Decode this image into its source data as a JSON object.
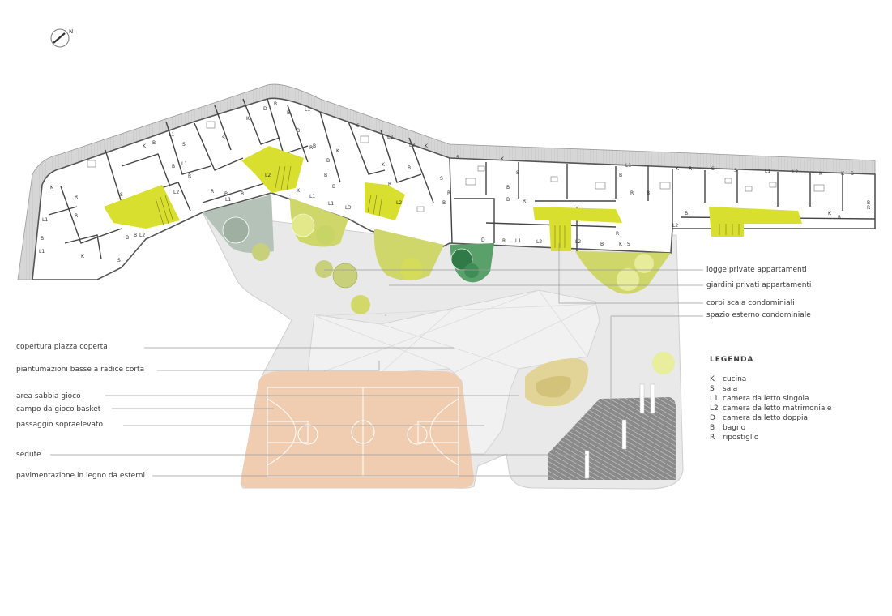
{
  "compass": {
    "letter": "N"
  },
  "callouts_right": [
    {
      "id": "logge",
      "text": "logge private appartamenti"
    },
    {
      "id": "giardini",
      "text": "giardini privati appartamenti"
    },
    {
      "id": "corpi",
      "text": "corpi scala  condominiali"
    },
    {
      "id": "spazio",
      "text": "spazio esterno condominiale"
    }
  ],
  "callouts_left": [
    {
      "id": "copertura",
      "text": "copertura piazza coperta"
    },
    {
      "id": "piantumazioni",
      "text": "piantumazioni basse a radice corta"
    },
    {
      "id": "sabbia",
      "text": "area sabbia gioco"
    },
    {
      "id": "basket",
      "text": "campo da gioco basket"
    },
    {
      "id": "passaggio",
      "text": "passaggio sopraelevato"
    },
    {
      "id": "sedute",
      "text": "sedute"
    },
    {
      "id": "pavimentazione",
      "text": "pavimentazione in legno da esterni"
    }
  ],
  "legend": {
    "title": "LEGENDA",
    "items": [
      {
        "key": "K",
        "label": "cucina"
      },
      {
        "key": "S",
        "label": "sala"
      },
      {
        "key": "L1",
        "label": "camera da letto singola"
      },
      {
        "key": "L2",
        "label": "camera da letto matrimoniale"
      },
      {
        "key": "D",
        "label": "camera da letto doppia"
      },
      {
        "key": "B",
        "label": "bagno"
      },
      {
        "key": "R",
        "label": "ripostiglio"
      }
    ]
  },
  "room_tags": [
    "K",
    "S",
    "L1",
    "L2",
    "D",
    "B",
    "R",
    "L3"
  ],
  "colors": {
    "stair_yellow": "#d9df2e",
    "garden_yellow": "#cfd76a",
    "garden_green": "#5aa06a",
    "garden_gray": "#b3c1b5",
    "court_orange": "#f0cdb0",
    "sand": "#e2d397",
    "plaza_gray": "#e6e6e6",
    "roof_gray": "#c9c9c9"
  }
}
